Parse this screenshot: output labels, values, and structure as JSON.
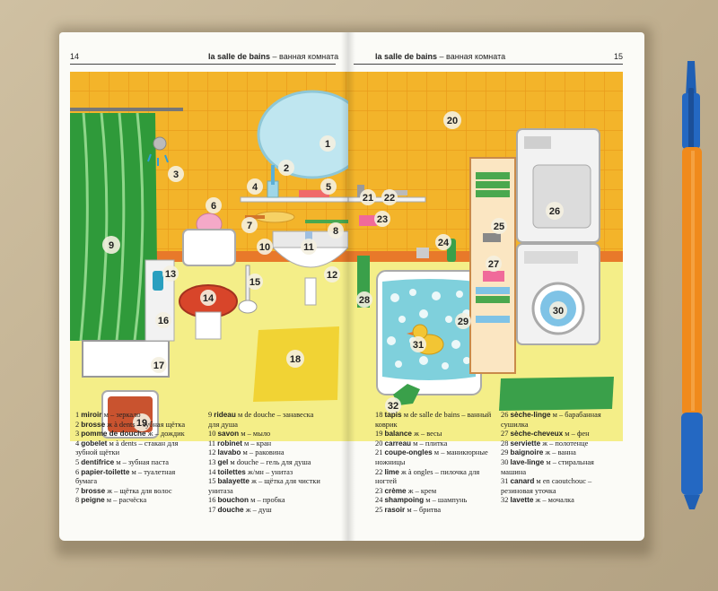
{
  "book": {
    "left_page": {
      "page_number": "14",
      "header_fr": "la salle de bains",
      "header_ru": " – ванная комната"
    },
    "right_page": {
      "page_number": "15",
      "header_fr": "la salle de bains",
      "header_ru": " – ванная комната"
    }
  },
  "illustration_numbers": [
    "1",
    "2",
    "3",
    "4",
    "5",
    "6",
    "7",
    "8",
    "9",
    "10",
    "11",
    "12",
    "13",
    "14",
    "15",
    "16",
    "17",
    "18",
    "19",
    "20",
    "21",
    "22",
    "23",
    "24",
    "25",
    "26",
    "27",
    "28",
    "29",
    "30",
    "31",
    "32"
  ],
  "vocabulary": {
    "col1": [
      {
        "num": "1",
        "fr": "miroir",
        "rest": " м – зеркало"
      },
      {
        "num": "2",
        "fr": "brosse",
        "rest": " ж à dents – зубная щётка"
      },
      {
        "num": "3",
        "fr": "pomme de douche",
        "rest": " ж – дождик"
      },
      {
        "num": "4",
        "fr": "gobelet",
        "rest": " м à dents – стакан для",
        "cont": "зубной щётки"
      },
      {
        "num": "5",
        "fr": "dentifrice",
        "rest": " м – зубная паста"
      },
      {
        "num": "6",
        "fr": "papier-toilette",
        "rest": " м – туалетная",
        "cont": "бумага"
      },
      {
        "num": "7",
        "fr": "brosse",
        "rest": " ж – щётка для волос"
      },
      {
        "num": "8",
        "fr": "peigne",
        "rest": " м – расчёска"
      }
    ],
    "col2": [
      {
        "num": "9",
        "fr": "rideau",
        "rest": " м de douche – занавеска",
        "cont": "для душа"
      },
      {
        "num": "10",
        "fr": "savon",
        "rest": " м – мыло"
      },
      {
        "num": "11",
        "fr": "robinet",
        "rest": " м – кран"
      },
      {
        "num": "12",
        "fr": "lavabo",
        "rest": " м – раковина"
      },
      {
        "num": "13",
        "fr": "gel",
        "rest": " м douche – гель для душа"
      },
      {
        "num": "14",
        "fr": "toilettes",
        "rest": " ж/мн – унитаз"
      },
      {
        "num": "15",
        "fr": "balayette",
        "rest": " ж – щётка для чистки",
        "cont": "унитаза"
      },
      {
        "num": "16",
        "fr": "bouchon",
        "rest": " м – пробка"
      },
      {
        "num": "17",
        "fr": "douche",
        "rest": " ж – душ"
      }
    ],
    "col3": [
      {
        "num": "18",
        "fr": "tapis",
        "rest": " м de salle de bains – ванный",
        "cont": "коврик"
      },
      {
        "num": "19",
        "fr": "balance",
        "rest": " ж – весы"
      },
      {
        "num": "20",
        "fr": "carreau",
        "rest": " м – плитка"
      },
      {
        "num": "21",
        "fr": "coupe-ongles",
        "rest": " м – маникюрные",
        "cont": "ножницы"
      },
      {
        "num": "22",
        "fr": "lime",
        "rest": " ж à ongles – пилочка для",
        "cont": "ногтей"
      },
      {
        "num": "23",
        "fr": "crème",
        "rest": " ж – крем"
      },
      {
        "num": "24",
        "fr": "shampoing",
        "rest": " м – шампунь"
      },
      {
        "num": "25",
        "fr": "rasoir",
        "rest": " м – бритва"
      }
    ],
    "col4": [
      {
        "num": "26",
        "fr": "sèche-linge",
        "rest": " м – барабанная",
        "cont": "сушилка"
      },
      {
        "num": "27",
        "fr": "sèche-cheveux",
        "rest": " м – фен"
      },
      {
        "num": "28",
        "fr": "serviette",
        "rest": " ж – полотенце"
      },
      {
        "num": "29",
        "fr": "baignoire",
        "rest": " ж – ванна"
      },
      {
        "num": "30",
        "fr": "lave-linge",
        "rest": " м – стиральная",
        "cont": "машина"
      },
      {
        "num": "31",
        "fr": "canard",
        "rest": " м en caoutchouc –",
        "cont": "резиновая уточка"
      },
      {
        "num": "32",
        "fr": "lavette",
        "rest": " ж – мочалка"
      }
    ]
  },
  "colors": {
    "wall_tiles": "#f2b72a",
    "floor": "#f4ee88",
    "shower_curtain": "#2f9a3a",
    "toilet_lid": "#d8452a",
    "bath_water": "#7fd0dc"
  }
}
